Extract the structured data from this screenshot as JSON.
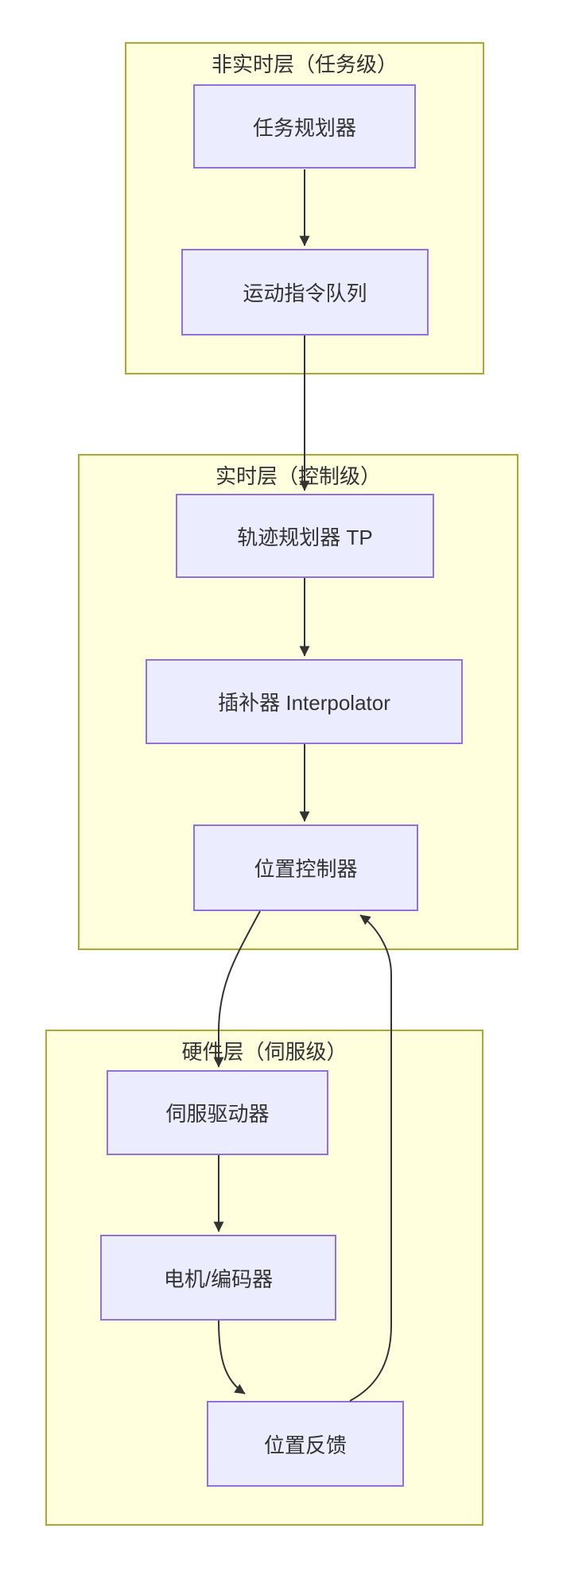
{
  "diagram": {
    "type": "flowchart",
    "direction": "top-down",
    "layers": [
      {
        "id": "non-realtime-layer",
        "title": "非实时层（任务级）",
        "nodes": [
          {
            "id": "task-planner",
            "label": "任务规划器"
          },
          {
            "id": "motion-command-queue",
            "label": "运动指令队列"
          }
        ]
      },
      {
        "id": "realtime-layer",
        "title": "实时层（控制级）",
        "nodes": [
          {
            "id": "trajectory-planner",
            "label": "轨迹规划器 TP"
          },
          {
            "id": "interpolator",
            "label": "插补器 Interpolator"
          },
          {
            "id": "position-controller",
            "label": "位置控制器"
          }
        ]
      },
      {
        "id": "hardware-layer",
        "title": "硬件层（伺服级）",
        "nodes": [
          {
            "id": "servo-driver",
            "label": "伺服驱动器"
          },
          {
            "id": "motor-encoder",
            "label": "电机/编码器"
          },
          {
            "id": "position-feedback",
            "label": "位置反馈"
          }
        ]
      }
    ],
    "edges": [
      {
        "from": "任务规划器",
        "to": "运动指令队列"
      },
      {
        "from": "运动指令队列",
        "to": "轨迹规划器 TP"
      },
      {
        "from": "轨迹规划器 TP",
        "to": "插补器 Interpolator"
      },
      {
        "from": "插补器 Interpolator",
        "to": "位置控制器"
      },
      {
        "from": "位置控制器",
        "to": "伺服驱动器"
      },
      {
        "from": "伺服驱动器",
        "to": "电机/编码器"
      },
      {
        "from": "电机/编码器",
        "to": "位置反馈"
      },
      {
        "from": "位置反馈",
        "to": "位置控制器"
      }
    ],
    "colors": {
      "background": "#ffffff",
      "cluster_fill": "#ffffde",
      "cluster_border": "#aaaa33",
      "node_fill": "#ECECFF",
      "node_border": "#9370DB",
      "edge": "#333333",
      "text": "#333333"
    }
  }
}
